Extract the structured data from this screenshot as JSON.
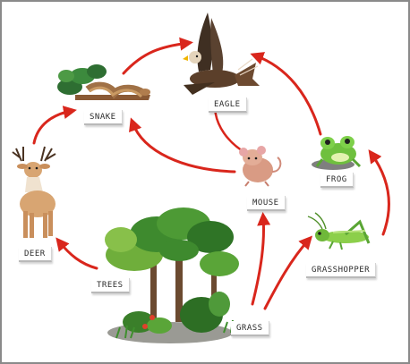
{
  "labels": {
    "eagle": "EAGLE",
    "snake": "SNAKE",
    "mouse": "MOUSE",
    "frog": "FROG",
    "deer": "DEER",
    "trees": "TREES",
    "grasshopper": "GRASSHOPPER",
    "grass": "GRASS"
  },
  "colors": {
    "arrow": "#d9261c",
    "border": "#8a8a8a",
    "background": "#ffffff"
  }
}
